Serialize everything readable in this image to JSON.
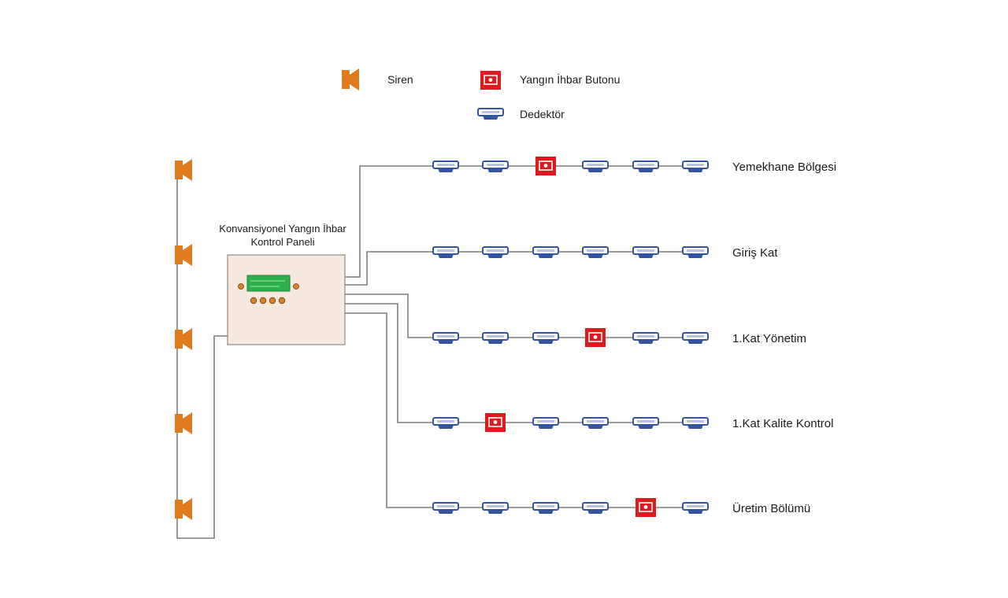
{
  "legend": {
    "siren": "Siren",
    "button": "Yangın İhbar Butonu",
    "detector": "Dedektör"
  },
  "panel": {
    "title_line1": "Konvansiyonel Yangın İhbar",
    "title_line2": "Kontrol Paneli"
  },
  "zones": [
    {
      "label": "Yemekhane Bölgesi",
      "devices": [
        "detector",
        "detector",
        "button",
        "detector",
        "detector",
        "detector"
      ]
    },
    {
      "label": "Giriş Kat",
      "devices": [
        "detector",
        "detector",
        "detector",
        "detector",
        "detector",
        "detector"
      ]
    },
    {
      "label": "1.Kat Yönetim",
      "devices": [
        "detector",
        "detector",
        "detector",
        "button",
        "detector",
        "detector"
      ]
    },
    {
      "label": "1.Kat Kalite Kontrol",
      "devices": [
        "detector",
        "button",
        "detector",
        "detector",
        "detector",
        "detector"
      ]
    },
    {
      "label": "Üretim Bölümü",
      "devices": [
        "detector",
        "detector",
        "detector",
        "detector",
        "button",
        "detector"
      ]
    }
  ],
  "siren_count": 5,
  "colors": {
    "siren": "#e07a1f",
    "button": "#e0191f",
    "detector": "#3355a0",
    "panel_fill": "#f6e8dc",
    "lcd": "#2bb24a",
    "panel_button": "#d9822b",
    "wire": "#7d7d7d"
  }
}
